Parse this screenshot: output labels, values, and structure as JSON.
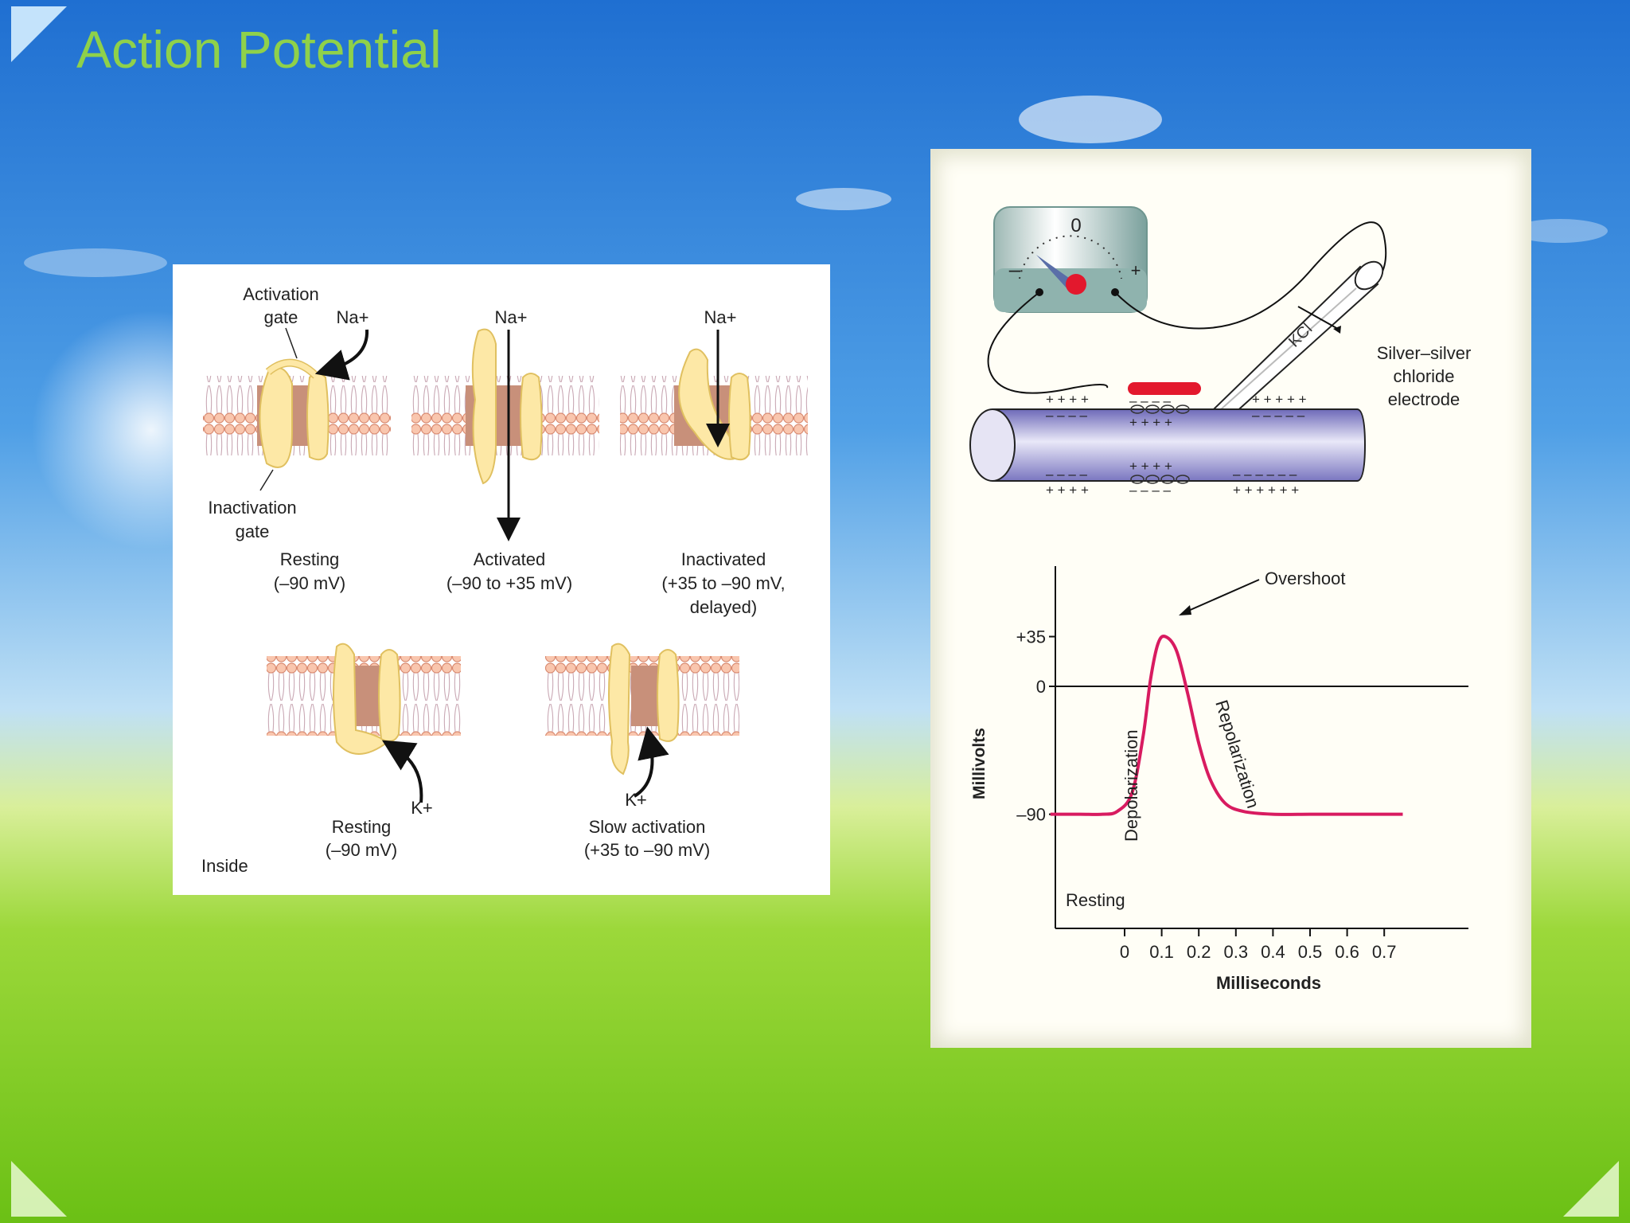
{
  "slide": {
    "title": "Action Potential"
  },
  "channels": {
    "activation_gate": [
      "Activation",
      "gate"
    ],
    "inactivation_gate": [
      "Inactivation",
      "gate"
    ],
    "na_ion": "Na+",
    "k_ion": "K+",
    "resting_na": [
      "Resting",
      "(–90 mV)"
    ],
    "activated": [
      "Activated",
      "(–90 to +35 mV)"
    ],
    "inactivated": [
      "Inactivated",
      "(+35 to –90 mV,",
      "delayed)"
    ],
    "resting_k": [
      "Resting",
      "(–90 mV)"
    ],
    "slow_activation": [
      "Slow activation",
      "(+35 to –90 mV)"
    ],
    "inside": "Inside"
  },
  "recording": {
    "meter_zero": "0",
    "meter_minus": "–",
    "meter_plus": "+",
    "kcl": "KCl",
    "electrode": [
      "Silver–silver",
      "chloride",
      "electrode"
    ],
    "charges": {
      "top_left_plus": "+ + + +",
      "top_left_minus": "– – – –",
      "mid_minus": "– – – –",
      "mid_plus": "+ + + +",
      "top_right_plus": "+ + + + +",
      "top_right_minus": "– – – – –",
      "bot_mid_plus": "+ + + +",
      "bot_left_minus": "– – – –",
      "bot_left_plus": "+ + + +",
      "bot_mid_minus": "– – – –",
      "bot_right_minus": "– – – – – –",
      "bot_right_plus": "+ + + + + +"
    }
  },
  "chart_data": {
    "type": "line",
    "xlabel": "Milliseconds",
    "ylabel": "Millivolts",
    "x_ticks": [
      "0",
      "0.1",
      "0.2",
      "0.3",
      "0.4",
      "0.5",
      "0.6",
      "0.7"
    ],
    "y_ticks": [
      "+35",
      "0",
      "–90"
    ],
    "annotations": [
      "Overshoot",
      "Depolarization",
      "Repolarization",
      "Resting"
    ],
    "series": [
      {
        "color": "#d81b60",
        "x": [
          -0.2,
          -0.12,
          -0.06,
          -0.02,
          0.02,
          0.05,
          0.07,
          0.09,
          0.11,
          0.14,
          0.17,
          0.2,
          0.23,
          0.27,
          0.32,
          0.4,
          0.5,
          0.6,
          0.7,
          0.75
        ],
        "y": [
          -90,
          -90,
          -90,
          -88,
          -75,
          -35,
          5,
          30,
          35,
          25,
          -5,
          -40,
          -65,
          -82,
          -88,
          -90,
          -90,
          -90,
          -90,
          -90
        ]
      }
    ]
  },
  "colors": {
    "curve": "#d81b60",
    "title": "#8fd14a",
    "membrane": "#f6b9a0"
  }
}
